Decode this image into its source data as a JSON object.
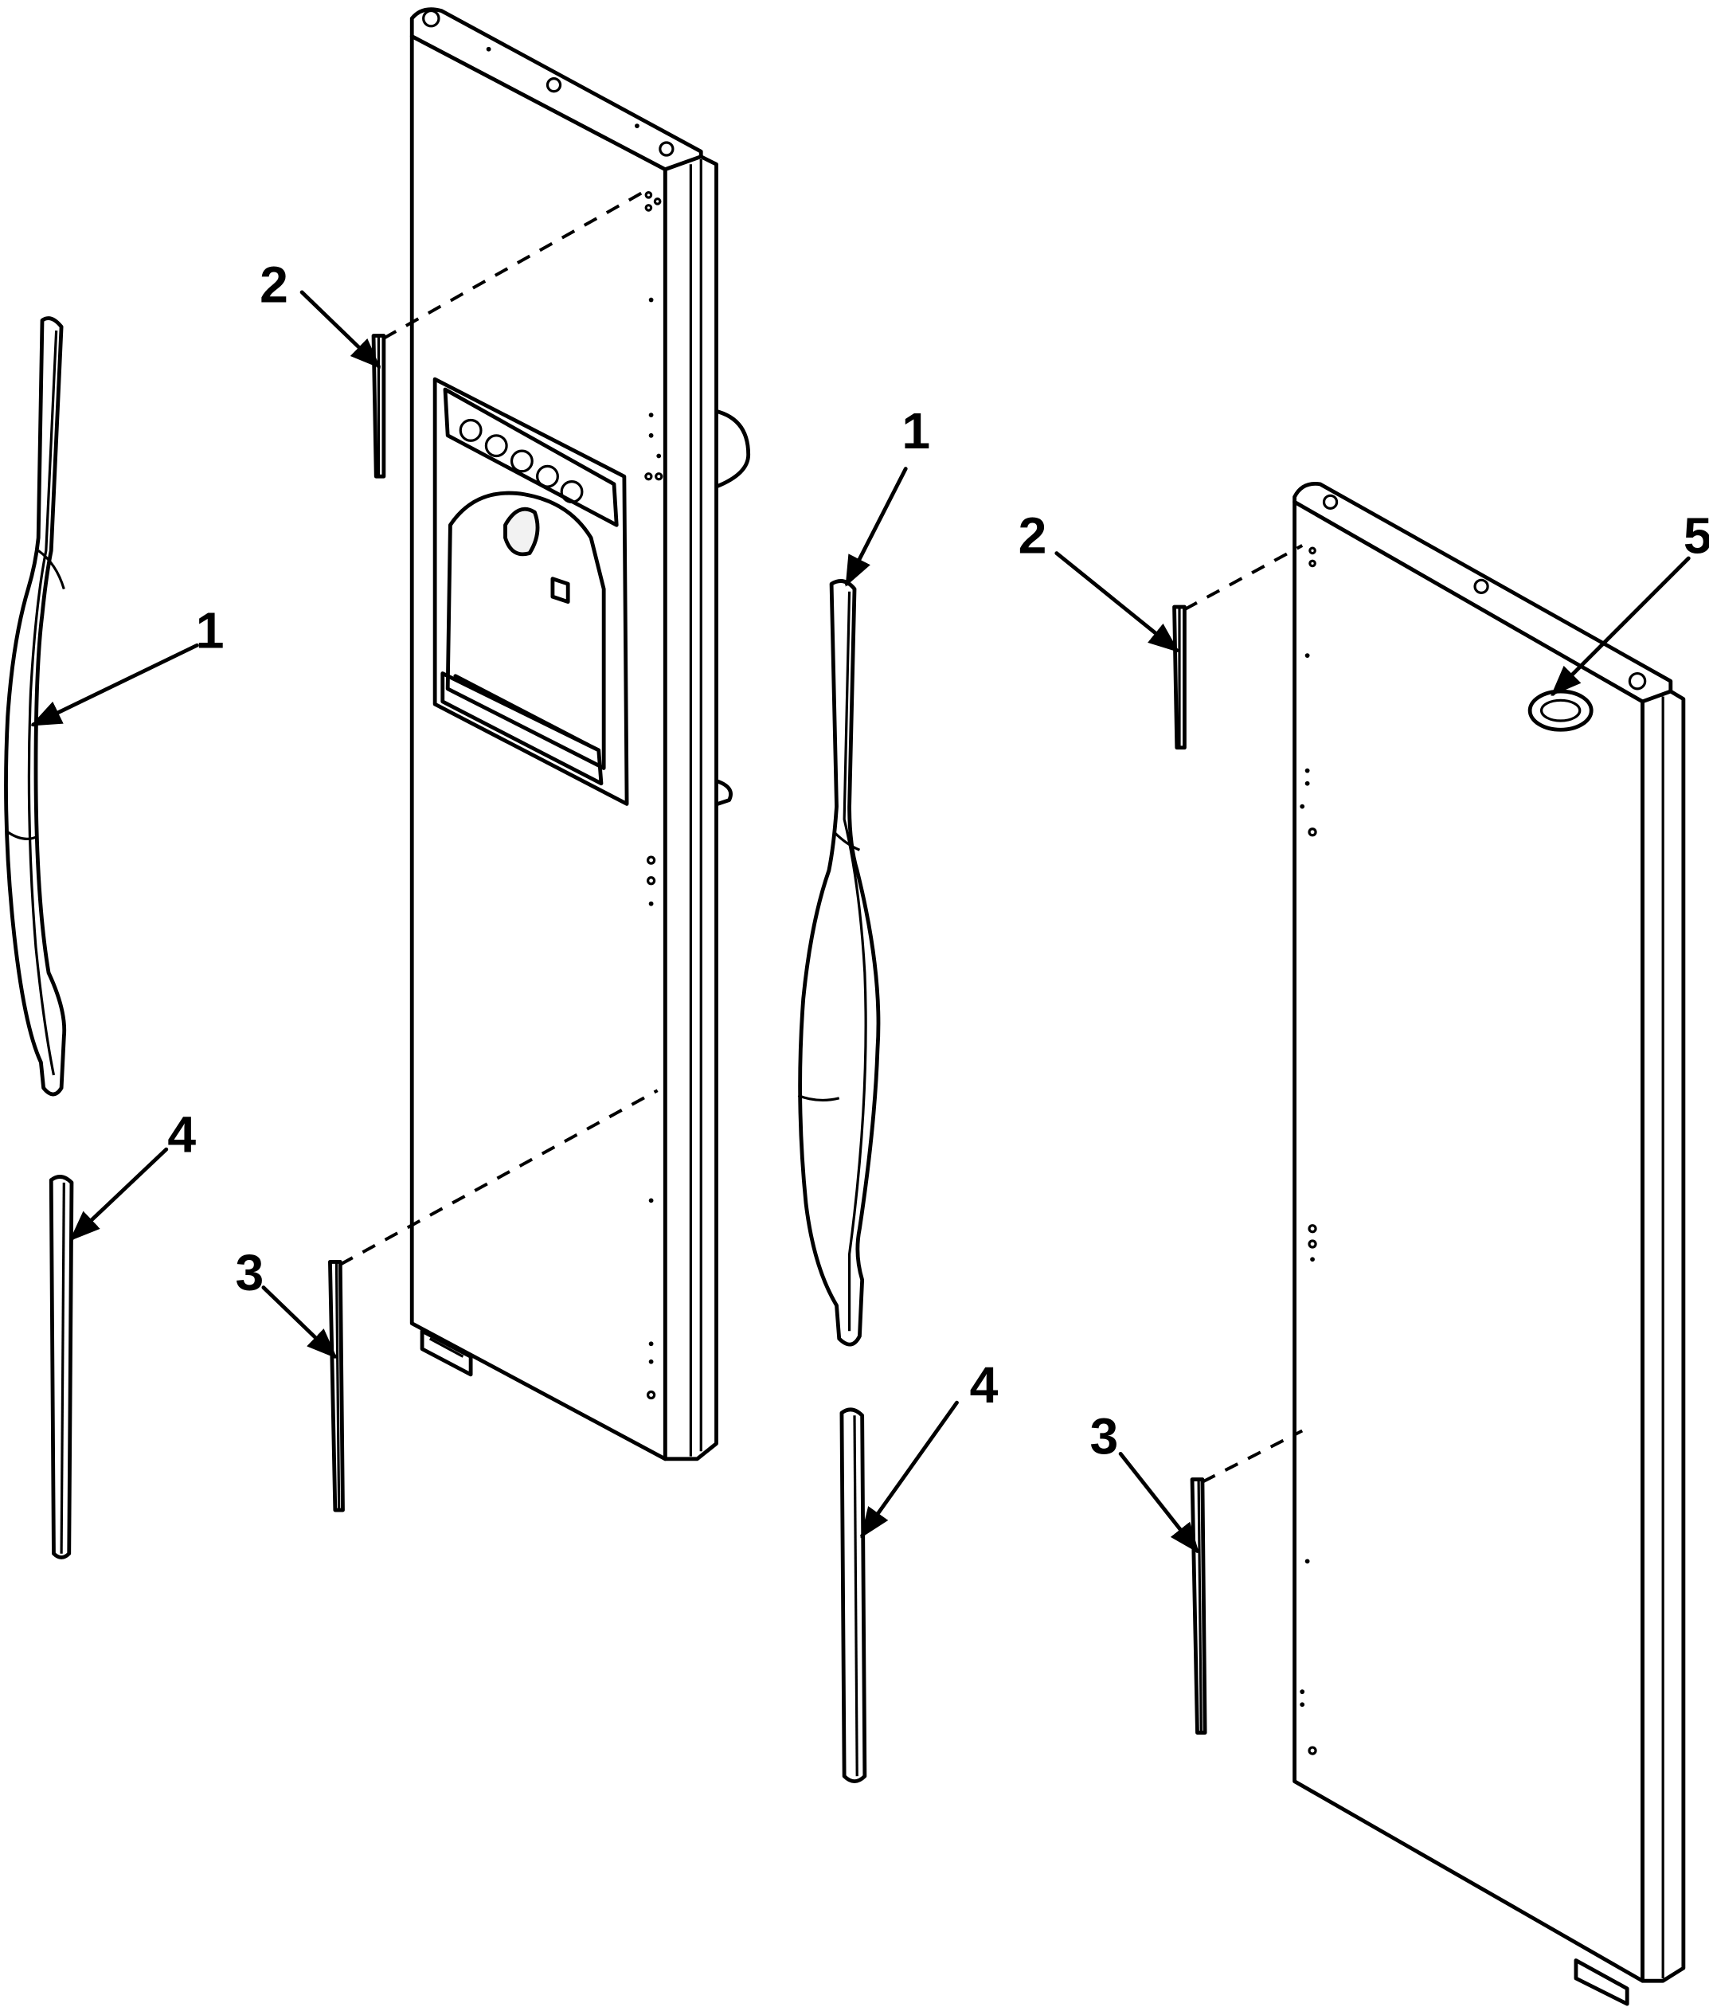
{
  "diagram": {
    "type": "exploded-parts-view",
    "colors": {
      "line": "#000000",
      "background": "#ffffff"
    },
    "callouts": [
      {
        "id": "c2a",
        "label": "2"
      },
      {
        "id": "c1a",
        "label": "1"
      },
      {
        "id": "c1b",
        "label": "1"
      },
      {
        "id": "c4a",
        "label": "4"
      },
      {
        "id": "c3a",
        "label": "3"
      },
      {
        "id": "c1c",
        "label": "1"
      },
      {
        "id": "c2b",
        "label": "2"
      },
      {
        "id": "c5a",
        "label": "5"
      },
      {
        "id": "c4b",
        "label": "4"
      },
      {
        "id": "c3b",
        "label": "3"
      }
    ]
  }
}
